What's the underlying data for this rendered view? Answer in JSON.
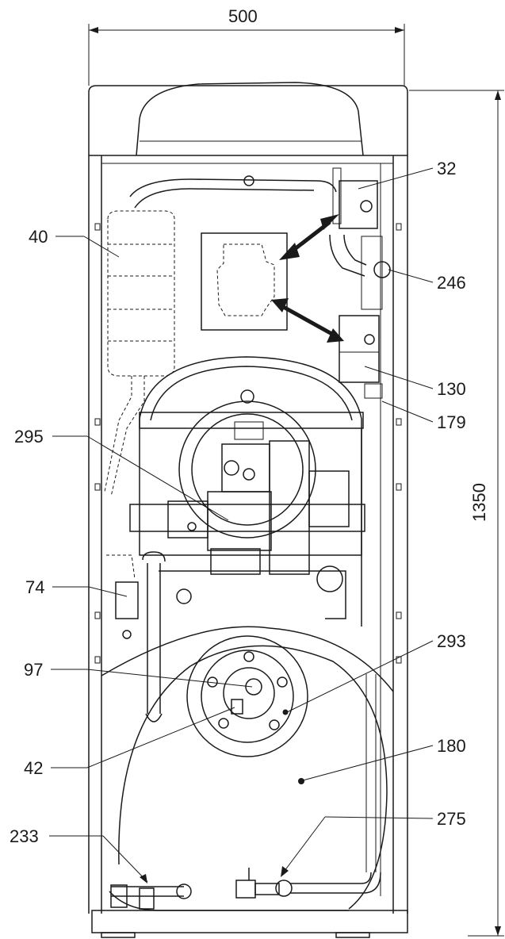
{
  "dimensions": {
    "width": "500",
    "height": "1350"
  },
  "callouts": [
    {
      "id": "c32",
      "label": "32"
    },
    {
      "id": "c40",
      "label": "40"
    },
    {
      "id": "c246",
      "label": "246"
    },
    {
      "id": "c130",
      "label": "130"
    },
    {
      "id": "c179",
      "label": "179"
    },
    {
      "id": "c295",
      "label": "295"
    },
    {
      "id": "c74",
      "label": "74"
    },
    {
      "id": "c293",
      "label": "293"
    },
    {
      "id": "c97",
      "label": "97"
    },
    {
      "id": "c180",
      "label": "180"
    },
    {
      "id": "c42",
      "label": "42"
    },
    {
      "id": "c233",
      "label": "233"
    },
    {
      "id": "c275",
      "label": "275"
    }
  ]
}
